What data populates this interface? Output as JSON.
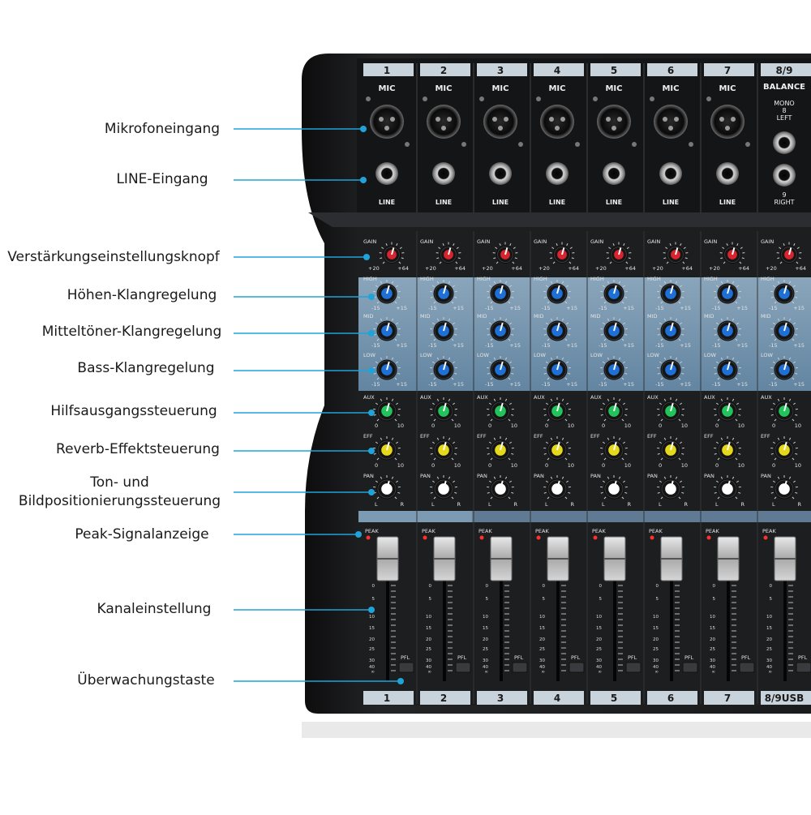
{
  "callouts": [
    {
      "label": "Mikrofoneingang"
    },
    {
      "label": "LINE-Eingang"
    },
    {
      "label": "Verstärkungseinstellungsknopf"
    },
    {
      "label": "Höhen-Klangregelung"
    },
    {
      "label": "Mitteltöner-Klangregelung"
    },
    {
      "label": "Bass-Klangregelung"
    },
    {
      "label": "Hilfsausgangssteuerung"
    },
    {
      "label": "Reverb-Effektsteuerung"
    },
    {
      "label": "Ton- und Bildpositionierungssteuerung"
    },
    {
      "label": "Peak-Signalanzeige"
    },
    {
      "label": "Kanaleinstellung"
    },
    {
      "label": "Überwachungstaste"
    }
  ],
  "mixer": {
    "channels": [
      "1",
      "2",
      "3",
      "4",
      "5",
      "6",
      "7"
    ],
    "stereo_channel": "8/9",
    "bottom_stereo_label": "8/9USB",
    "mic_label": "MIC",
    "line_label": "LINE",
    "balance_label": "BALANCE",
    "mono_label": "MONO",
    "left_jack_number": "8",
    "left_label": "LEFT",
    "right_jack_number": "9",
    "right_label": "RIGHT",
    "gain_label": "GAIN",
    "high_label": "HIGH",
    "mid_label": "MID",
    "low_label": "LOW",
    "aux_label": "AUX",
    "eff_label": "EFF",
    "pan_label": "PAN",
    "peak_label": "PEAK",
    "pfl_label": "PFL",
    "gain_scale": [
      "+20",
      "+64"
    ],
    "eq_scale": [
      "-15",
      "+15"
    ],
    "send_scale": [
      "0",
      "10"
    ],
    "pan_scale": [
      "L",
      "R"
    ],
    "fader_scale": [
      "0",
      "5",
      "10",
      "15",
      "20",
      "25",
      "30",
      "40",
      "∞"
    ]
  },
  "colors": {
    "gain_knob": "#d8242e",
    "eq_knob": "#1e6fd6",
    "aux_knob": "#22c35a",
    "eff_knob": "#e6d81a",
    "pan_knob": "#ffffff",
    "callout_line": "#1fa3d8",
    "panel": "#1b1c1e",
    "eq_band": "#8fb3cf"
  }
}
